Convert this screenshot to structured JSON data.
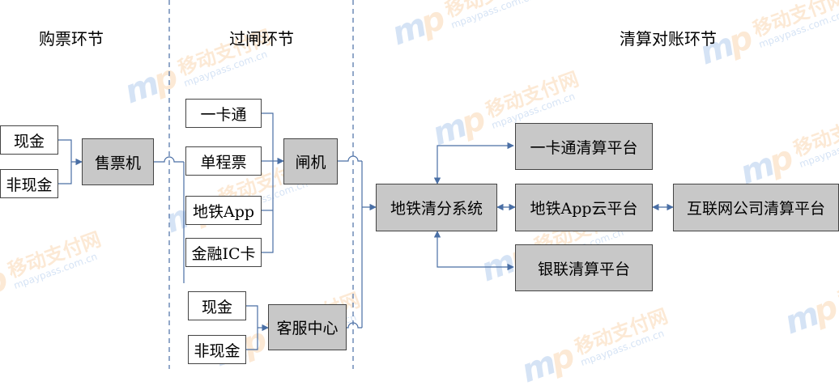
{
  "headers": {
    "purchase": "购票环节",
    "gate": "过闸环节",
    "clearing": "清算对账环节"
  },
  "nodes": {
    "cash1": "现金",
    "noncash1": "非现金",
    "ticket_machine": "售票机",
    "card": "一卡通",
    "single_ticket": "单程票",
    "metro_app": "地铁App",
    "finance_ic": "金融IC卡",
    "gate_machine": "闸机",
    "cash2": "现金",
    "noncash2": "非现金",
    "service_center": "客服中心",
    "metro_clearing": "地铁清分系统",
    "card_clearing": "一卡通清算平台",
    "app_cloud": "地铁App云平台",
    "unionpay_clearing": "银联清算平台",
    "internet_clearing": "互联网公司清算平台"
  },
  "watermark": {
    "logo_m": "m",
    "logo_p": "p",
    "name": "移动支付网",
    "url": "mpaypass.com.cn"
  },
  "colors": {
    "connector": "#4a6fa5",
    "divider": "#4a6fa5",
    "box_gray": "#c8c8c8",
    "watermark_blue": "#1b67c9",
    "watermark_orange": "#f08a1c"
  }
}
